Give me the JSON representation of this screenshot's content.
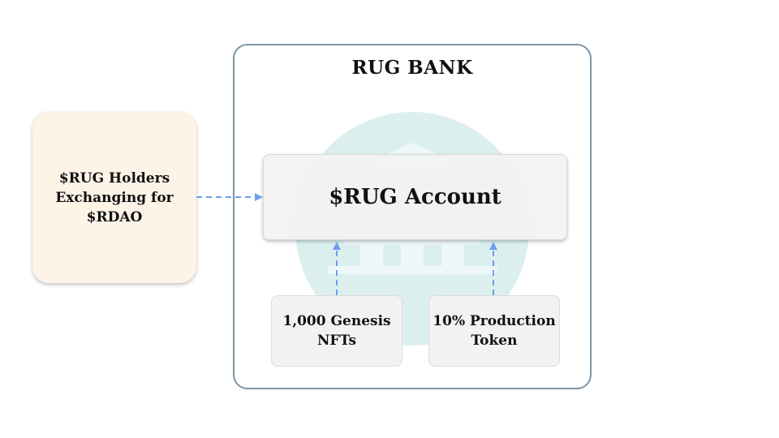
{
  "bank": {
    "title": "RUG BANK"
  },
  "holders": {
    "line1": "$RUG Holders",
    "line2": "Exchanging for",
    "line3": "$RDAO"
  },
  "account": {
    "label": "$RUG Account"
  },
  "sources": [
    {
      "line1": "1,000 Genesis",
      "line2": "NFTs"
    },
    {
      "line1": "10% Production",
      "line2": "Token"
    }
  ],
  "colors": {
    "container_border": "#7d94a4",
    "holders_fill": "#fdf3e7",
    "box_fill": "#f2f2f2",
    "arrow": "#6d9eeb",
    "logo": "#dcefef"
  }
}
